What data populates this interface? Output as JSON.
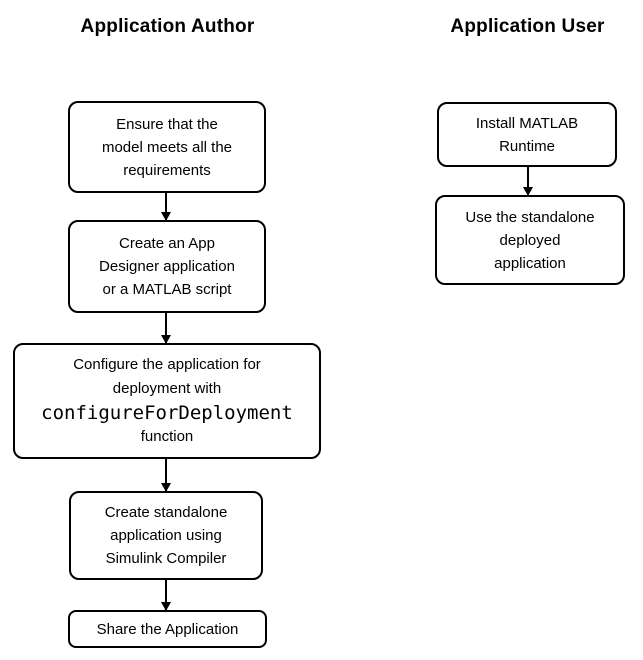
{
  "colors": {
    "background": "#ffffff",
    "border": "#000000",
    "text": "#000000"
  },
  "icons": {
    "arrow_down": "▼"
  },
  "author": {
    "title": "Application Author",
    "box1": {
      "lines": [
        "Ensure that the",
        "model meets all the",
        "requirements"
      ]
    },
    "box2": {
      "lines": [
        "Create an App",
        "Designer application",
        "or a MATLAB script"
      ]
    },
    "box3": {
      "line1": "Configure the application for",
      "line2": "deployment with",
      "code": "configureForDeployment",
      "line4": "function"
    },
    "box4": {
      "lines": [
        "Create standalone",
        "application using",
        "Simulink Compiler"
      ]
    },
    "box5": {
      "lines": [
        "Share the Application"
      ]
    }
  },
  "user": {
    "title": "Application User",
    "box1": {
      "lines": [
        "Install MATLAB",
        "Runtime"
      ]
    },
    "box2": {
      "lines": [
        "Use the standalone",
        "deployed",
        "application"
      ]
    }
  }
}
